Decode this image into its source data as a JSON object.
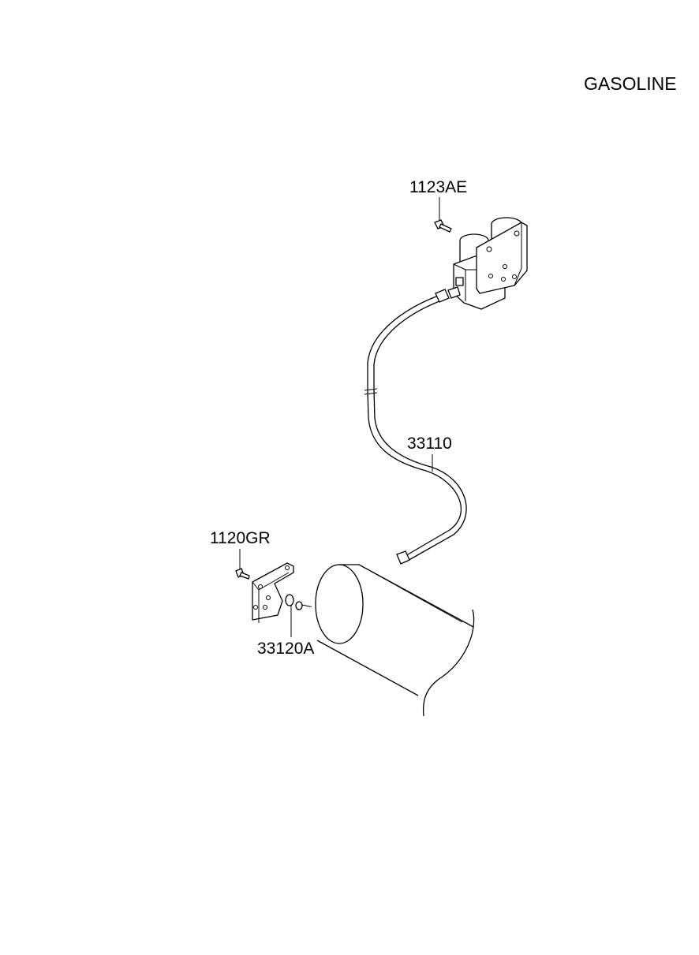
{
  "header": {
    "variant_label": "GASOLINE"
  },
  "callouts": {
    "bolt_1123AE": "1123AE",
    "fuel_line_33110": "33110",
    "bolt_1120GR": "1120GR",
    "bracket_33120A": "33120A"
  }
}
